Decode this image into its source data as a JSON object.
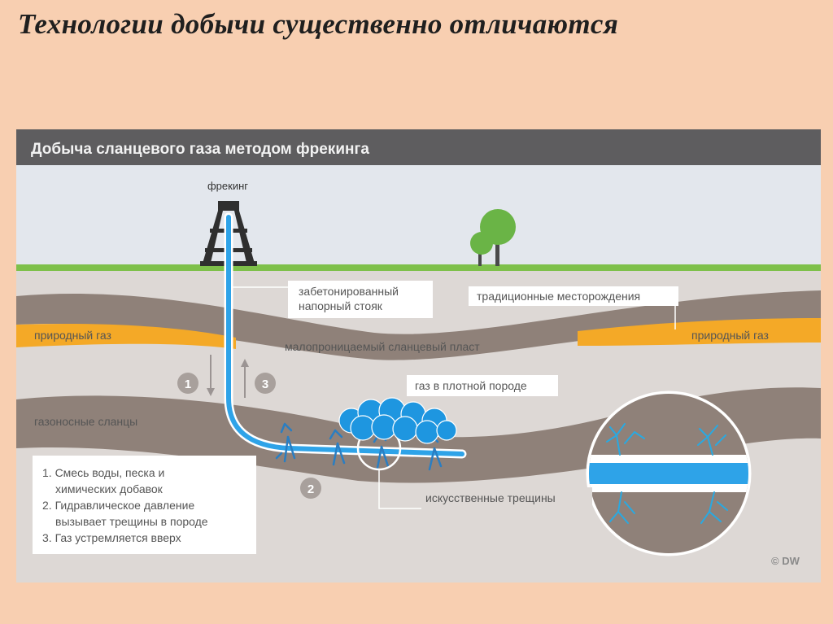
{
  "slide": {
    "title": "Технологии добычи существенно отличаются"
  },
  "diagram": {
    "header": "Добыча сланцевого газа методом фрекинга",
    "rig_label": "фрекинг",
    "labels": {
      "casing_line1": "забетонированный",
      "casing_line2": "напорный стояк",
      "traditional": "традиционные месторождения",
      "gas_left": "природный газ",
      "gas_right": "природный газ",
      "shale_layer": "малопроницаемый сланцевый пласт",
      "tight_gas": "газ в плотной породе",
      "gas_shale": "газоносные сланцы",
      "fractures": "искусственные трещины"
    },
    "steps": {
      "step1": "1",
      "step2": "2",
      "step3": "3"
    },
    "legend": {
      "line1": "1. Смесь воды, песка и",
      "line2": "химических добавок",
      "line3": "2. Гидравлическое давление",
      "line4": "вызывает трещины в породе",
      "line5": "3. Газ устремляется вверх"
    },
    "credit": "© DW",
    "colors": {
      "header_bar": "#5e5d5f",
      "sky": "#e3e7ed",
      "ground": "#ddd8d5",
      "grass": "#7ec04a",
      "rock_band": "#8f8179",
      "gas": "#f4a927",
      "pipe": "#2ea3e8",
      "fracture": "#29a9e1",
      "tree": "#6ab446"
    }
  }
}
